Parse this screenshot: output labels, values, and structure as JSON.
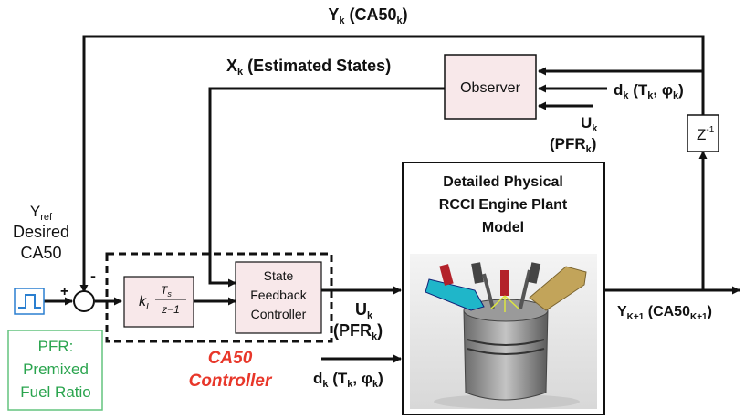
{
  "top_feedback": {
    "y": "Y",
    "y_sub": "k",
    "paren": " (CA50",
    "paren_sub": "k",
    "close": ")"
  },
  "estimated": {
    "x": "X",
    "x_sub": "k",
    "text": " (Estimated States)"
  },
  "observer": {
    "label": "Observer"
  },
  "dist_top": {
    "d": "d",
    "d_sub": "k",
    "open": " (T",
    "t_sub": "k",
    "comma": ", φ",
    "phi_sub": "k",
    "close": ")"
  },
  "u_top": {
    "u": "U",
    "u_sub": "k",
    "paren": "(PFR",
    "paren_sub": "k",
    "close": ")"
  },
  "delay": {
    "z": "Z",
    "exp": "-1"
  },
  "yref": {
    "y": "Y",
    "y_sub": "ref",
    "line2": "Desired",
    "line3": "CA50"
  },
  "summer": {
    "plus": "+",
    "minus": "-"
  },
  "integrator": {
    "k": "k",
    "k_sub": "I",
    "num": "T",
    "num_sub": "s",
    "den": "z−1"
  },
  "sfc": {
    "line1": "State",
    "line2": "Feedback",
    "line3": "Controller"
  },
  "controller_caption": {
    "line1": "CA50",
    "line2": "Controller"
  },
  "u_mid": {
    "u": "U",
    "u_sub": "k",
    "paren": "(PFR",
    "paren_sub": "k",
    "close": ")"
  },
  "dist_bottom": {
    "d": "d",
    "d_sub": "k",
    "open": " (T",
    "t_sub": "k",
    "comma": ", φ",
    "phi_sub": "k",
    "close": ")"
  },
  "plant": {
    "line1": "Detailed Physical",
    "line2": "RCCI Engine Plant",
    "line3": "Model"
  },
  "output": {
    "y": "Y",
    "y_sub": "K+1",
    "paren": " (CA50",
    "paren_sub": "K+1",
    "close": ")"
  },
  "pfr_note": {
    "line1": "PFR:",
    "line2": "Premixed",
    "line3": "Fuel Ratio"
  },
  "colors": {
    "line": "#111111",
    "box_fill": "#f8e8ea",
    "pfr_green": "#2aa44e",
    "caption_red": "#e8372a",
    "pfr_box": "#63c47e"
  }
}
